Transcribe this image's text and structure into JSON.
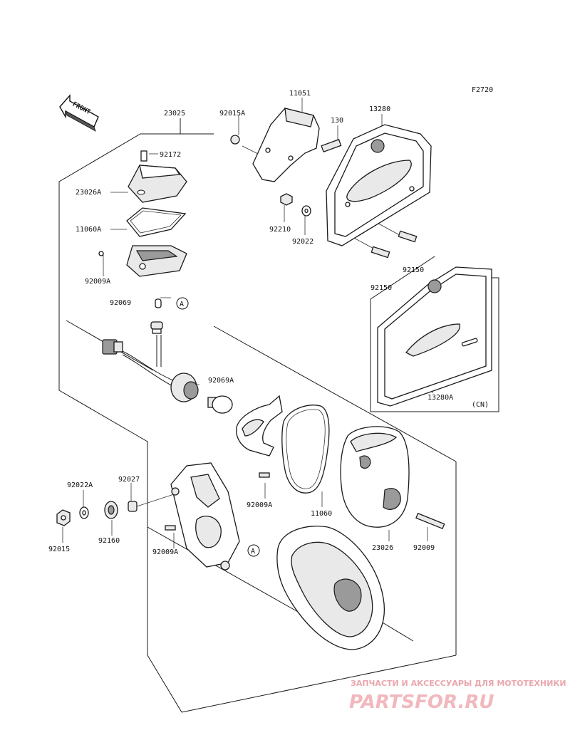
{
  "figure_id": "F2720",
  "front_label": "FRONT",
  "callout_letter": "A",
  "labels": {
    "p23025": "23025",
    "p92172": "92172",
    "p23026A": "23026A",
    "p11060A": "11060A",
    "p92009A_top": "92009A",
    "p92069": "92069",
    "p92015A": "92015A",
    "p11051": "11051",
    "p130": "130",
    "p13280": "13280",
    "p92210": "92210",
    "p92022": "92022",
    "p92150_a": "92150",
    "p92150_b": "92150",
    "p13280A": "13280A",
    "cn": "(CN)",
    "p92069A": "92069A",
    "p92009A_mid": "92009A",
    "p11060": "11060",
    "p23026": "23026",
    "p92009": "92009",
    "p92022A": "92022A",
    "p92027": "92027",
    "p92015": "92015",
    "p92160": "92160",
    "p92009A_bot": "92009A"
  },
  "watermark": {
    "line1": "ЗАПЧАСТИ И АКСЕССУАРЫ ДЛЯ МОТОТЕХНИКИ",
    "line2": "PARTSFOR.RU"
  }
}
